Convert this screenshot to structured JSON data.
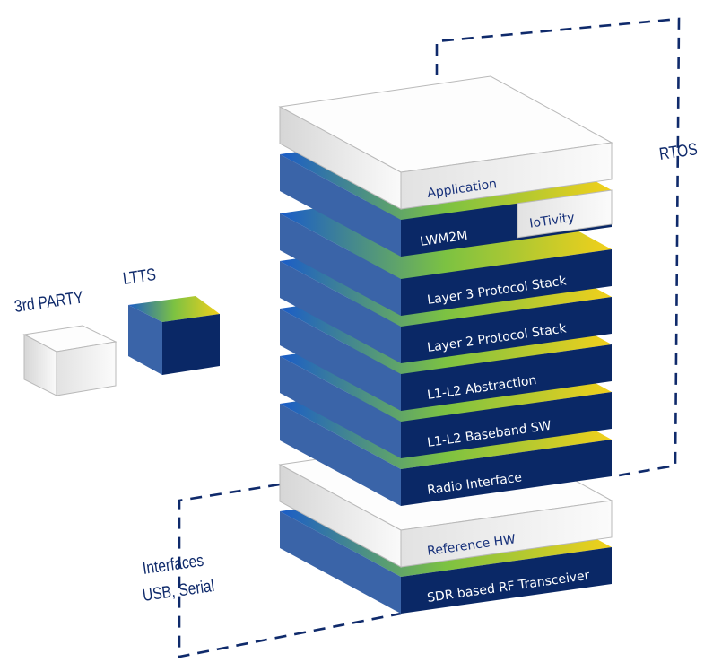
{
  "title": "LTTS NB-IoT / LTE-M Protocol Stack Architecture",
  "colors": {
    "dark_front": "#0a2866",
    "left_face": "#3a64a8",
    "grad_blue": "#1a5cc8",
    "grad_green": "#7cc242",
    "grad_yellow": "#f2d01b",
    "white_face": "#f3f3f3",
    "white_top": "#fdfdfd",
    "white_edge": "#b9b9b9",
    "text_navy": "#16307a",
    "dash": "#0f2a6b"
  },
  "legend": {
    "third_party_label": "3rd PARTY",
    "ltts_label": "LTTS"
  },
  "side_labels": {
    "rtos": "RTOS",
    "interfaces_line1": "Interfaces",
    "interfaces_line2": "USB, Serial"
  },
  "stack": [
    {
      "label": "Application",
      "owner": "3rd PARTY"
    },
    {
      "label": "LWM2M",
      "owner": "LTTS",
      "split_label": "IoTivity",
      "split_owner": "3rd PARTY"
    },
    {
      "label": "Layer 3 Protocol Stack",
      "owner": "LTTS"
    },
    {
      "label": "Layer 2 Protocol Stack",
      "owner": "LTTS"
    },
    {
      "label": "L1-L2 Abstraction",
      "owner": "LTTS"
    },
    {
      "label": "L1-L2 Baseband SW",
      "owner": "LTTS"
    },
    {
      "label": "Radio Interface",
      "owner": "LTTS"
    },
    {
      "label": "Reference HW",
      "owner": "3rd PARTY"
    },
    {
      "label": "SDR based RF Transceiver",
      "owner": "LTTS"
    }
  ]
}
